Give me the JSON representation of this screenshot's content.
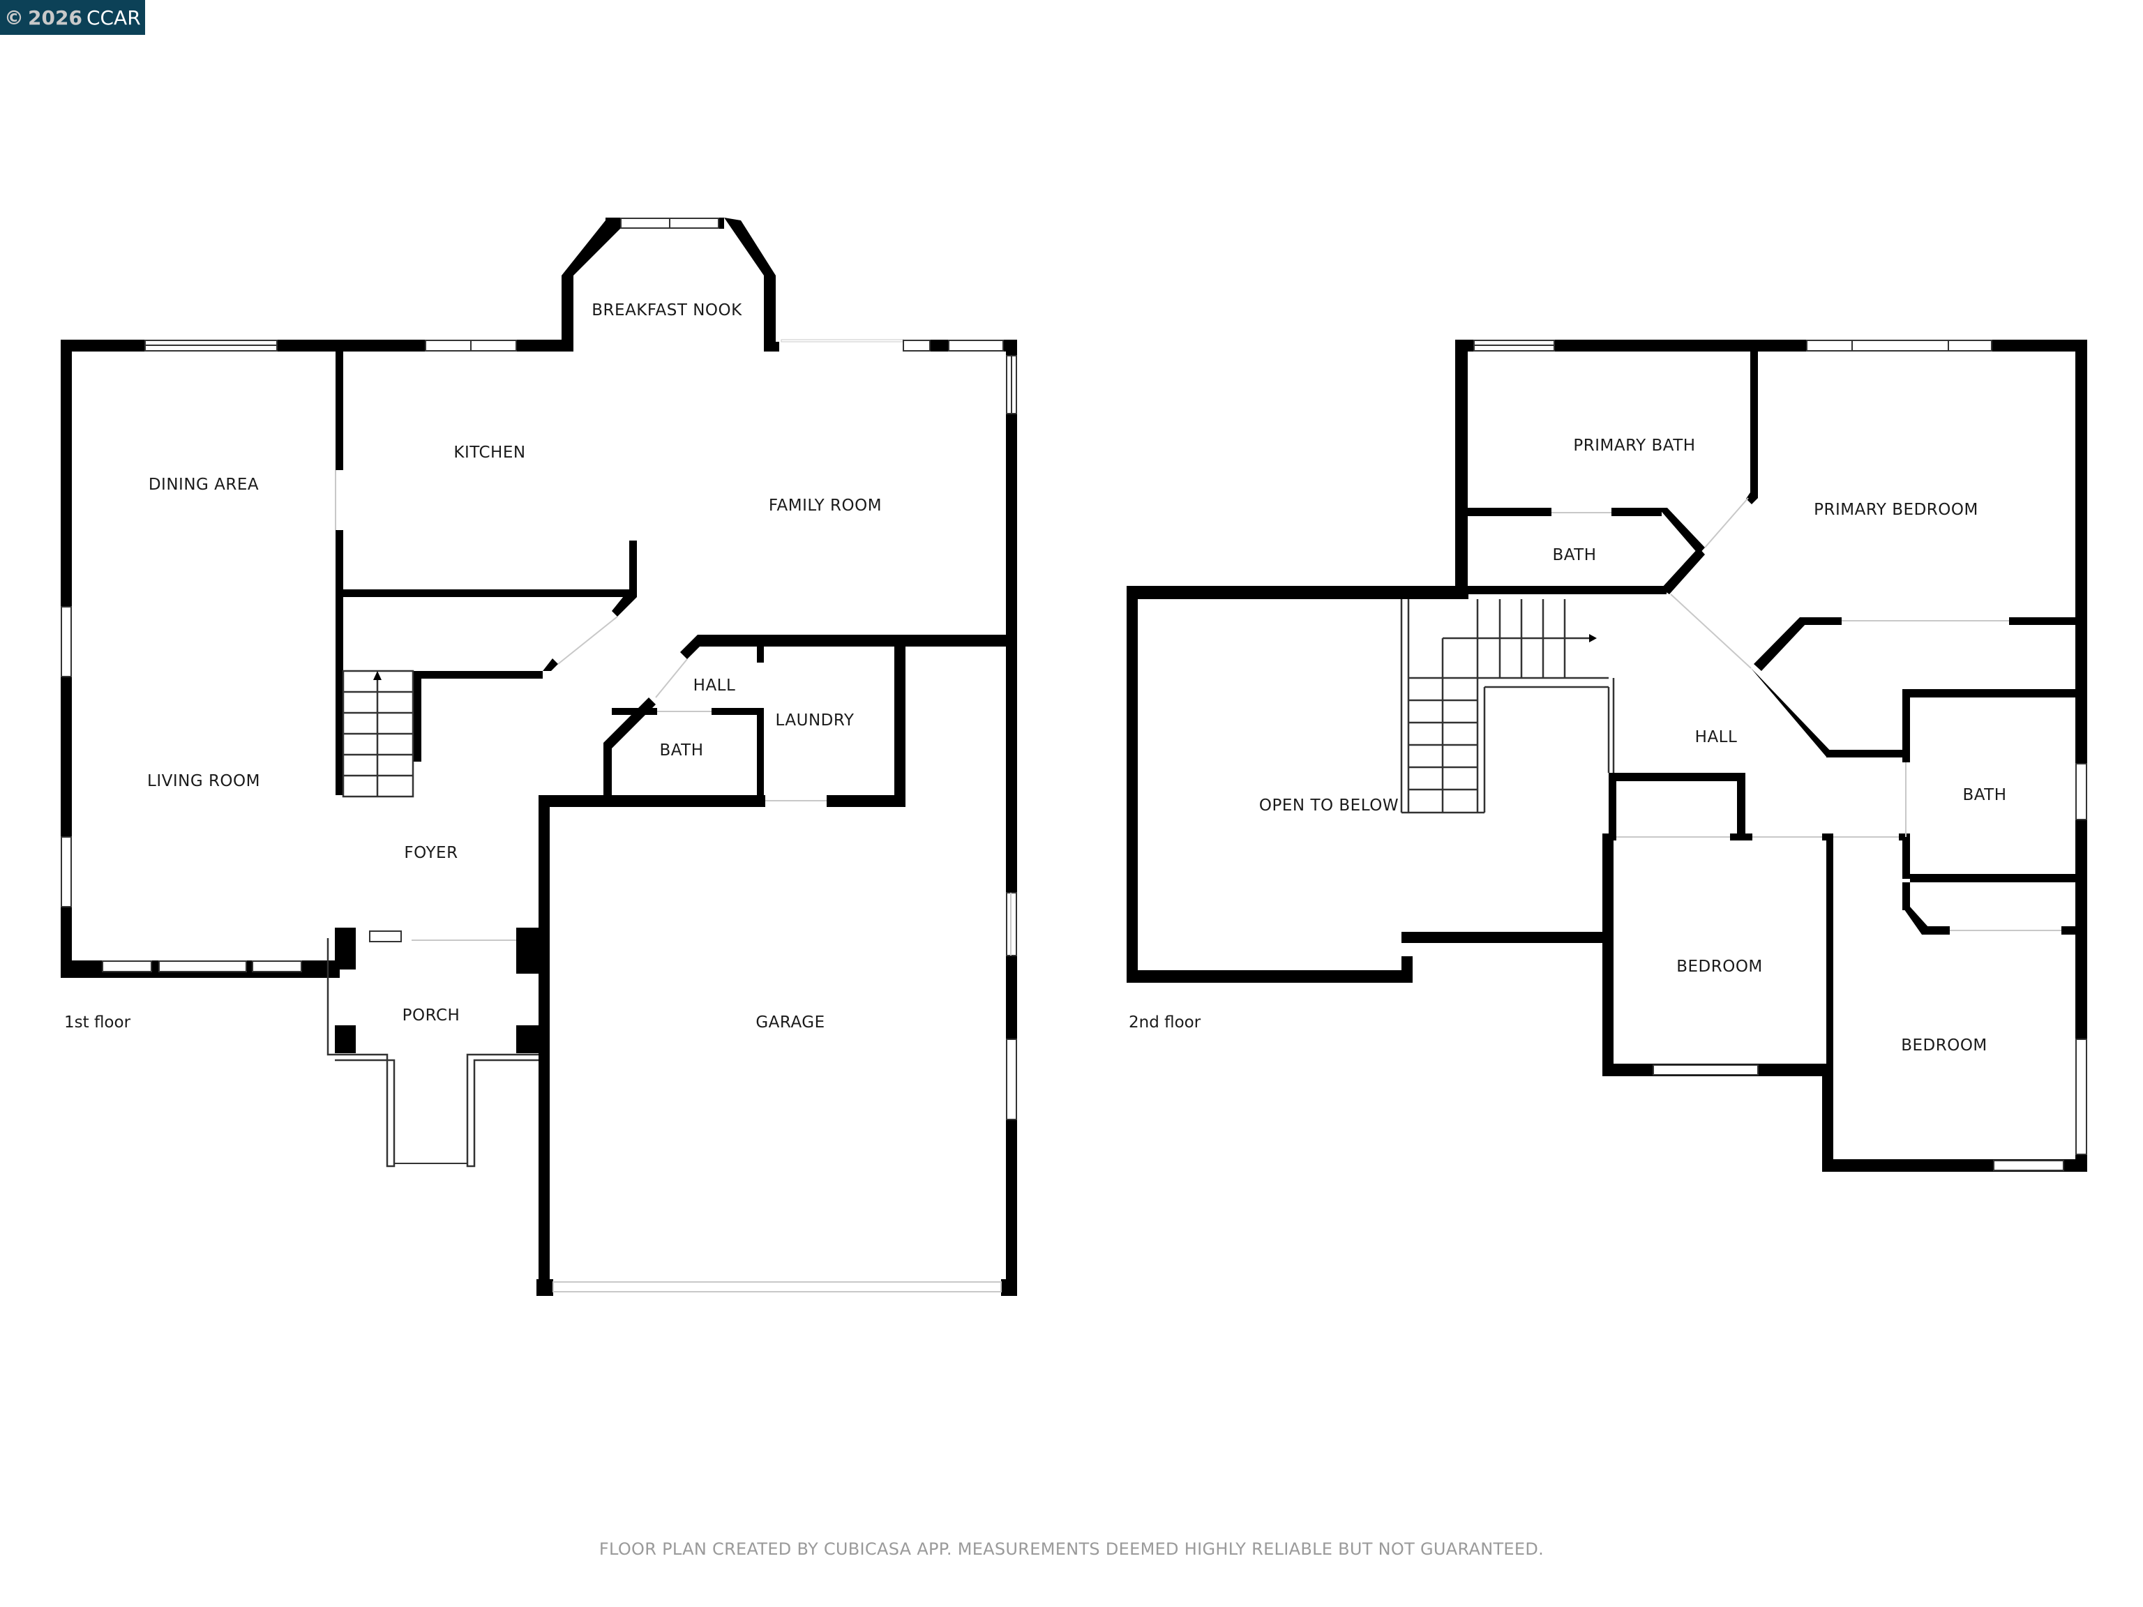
{
  "watermark": {
    "symbol": "©",
    "year": "2026",
    "org": "CCAR",
    "bg_color": "#0c4157"
  },
  "floors": [
    {
      "label": "1st floor",
      "rooms": [
        {
          "name": "DINING AREA"
        },
        {
          "name": "KITCHEN"
        },
        {
          "name": "BREAKFAST NOOK"
        },
        {
          "name": "FAMILY ROOM"
        },
        {
          "name": "LIVING ROOM"
        },
        {
          "name": "FOYER"
        },
        {
          "name": "HALL"
        },
        {
          "name": "BATH"
        },
        {
          "name": "LAUNDRY"
        },
        {
          "name": "PORCH"
        },
        {
          "name": "GARAGE"
        }
      ]
    },
    {
      "label": "2nd floor",
      "rooms": [
        {
          "name": "PRIMARY BATH"
        },
        {
          "name": "PRIMARY BEDROOM"
        },
        {
          "name": "BATH"
        },
        {
          "name": "OPEN TO BELOW"
        },
        {
          "name": "HALL"
        },
        {
          "name": "BATH"
        },
        {
          "name": "BEDROOM"
        },
        {
          "name": "BEDROOM"
        }
      ]
    }
  ],
  "footer": {
    "disclaimer": "FLOOR PLAN CREATED BY CUBICASA APP. MEASUREMENTS DEEMED HIGHLY RELIABLE BUT NOT GUARANTEED."
  },
  "colors": {
    "wall": "#000000",
    "background": "#ffffff",
    "footer_text": "#9a9a9a"
  }
}
